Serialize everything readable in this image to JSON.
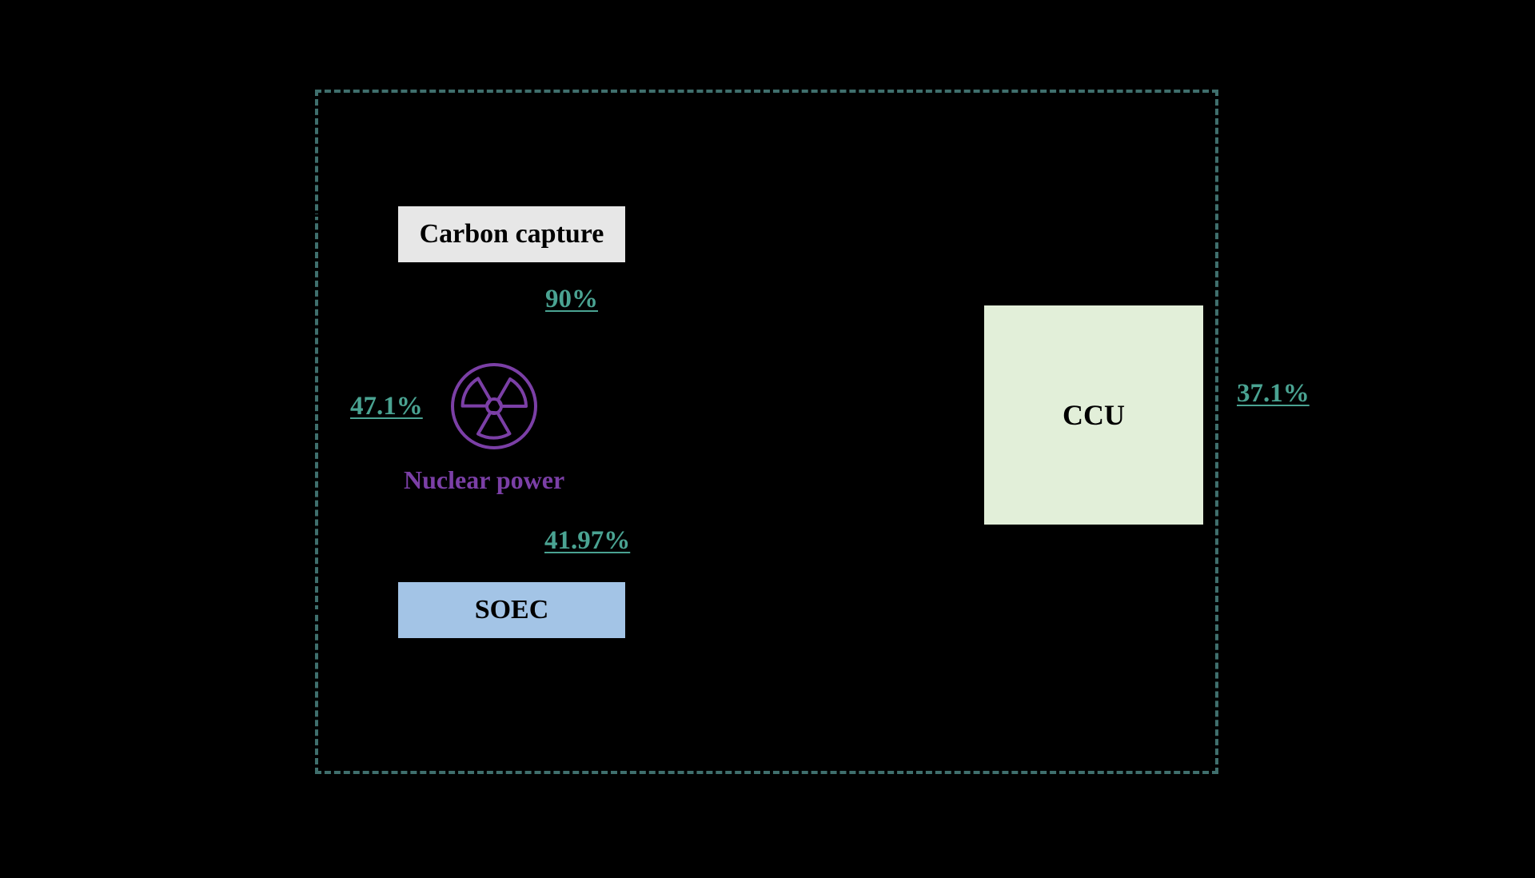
{
  "diagram": {
    "nodes": {
      "carbon_capture": "Carbon capture",
      "soec": "SOEC",
      "ccu": "CCU",
      "nuclear_power": "Nuclear power"
    },
    "efficiencies": {
      "capture": "90%",
      "nuclear": "47.1%",
      "soec": "41.97%",
      "ccu": "37.1%"
    },
    "colors": {
      "boundary": "#3f6f6d",
      "efficiency_text": "#4aa392",
      "nuclear": "#7b3fa6",
      "carbon_capture_box": "#e7e7e7",
      "soec_box": "#a3c4e6",
      "ccu_box": "#e2efd9",
      "background": "#000000"
    },
    "icons": {
      "nuclear": "radiation-icon"
    }
  }
}
